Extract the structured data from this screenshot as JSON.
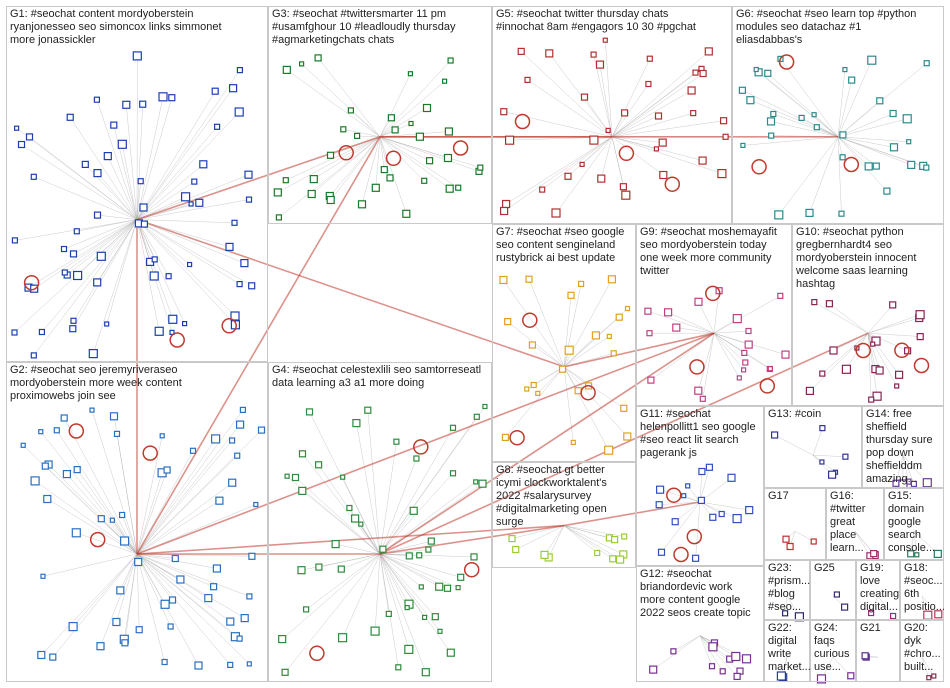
{
  "groups": [
    {
      "id": "G1",
      "label": "G1: #seochat content mordyoberstein\nryanjonesseo seo simoncox links simmonet\nmore jonassickler",
      "node_color": "#1c3fb0"
    },
    {
      "id": "G2",
      "label": "G2: #seochat seo jeremyriveraseo\nmordyoberstein more week content\nproximowebs join see",
      "node_color": "#2a6fc2"
    },
    {
      "id": "G3",
      "label": "G3: #seochat #twittersmarter 11 pm\n#usamfghour 10 #leadloudly thursday\n#agmarketingchats chats",
      "node_color": "#1a7a2a"
    },
    {
      "id": "G4",
      "label": "G4: #seochat celestexlili seo samtorreseatl\ndata learning a3 a1 more doing",
      "node_color": "#2e8b3c"
    },
    {
      "id": "G5",
      "label": "G5: #seochat twitter thursday chats\n#innochat 8am #engagors 10 30 #pgchat",
      "node_color": "#b03030"
    },
    {
      "id": "G6",
      "label": "G6: #seochat #seo learn top #python\nmodules seo datachaz #1\neliasdabbas's",
      "node_color": "#2b8a8a"
    },
    {
      "id": "G7",
      "label": "G7: #seochat #seo google\nseo content sengineland\nrustybrick ai best update",
      "node_color": "#e0a020"
    },
    {
      "id": "G8",
      "label": "G8: #seochat gt better\nicymi clockworktalent's\n2022 #salarysurvey\n#digitalmarketing open\nsurge",
      "node_color": "#9acd32"
    },
    {
      "id": "G9",
      "label": "G9: #seochat moshemayafit\nseo mordyoberstein today\none week more community\ntwitter",
      "node_color": "#c04080"
    },
    {
      "id": "G10",
      "label": "G10: #seochat python\ngregbernhardt4 seo\nmordyoberstein innocent\nwelcome saas learning\nhashtag",
      "node_color": "#8b2252"
    },
    {
      "id": "G11",
      "label": "G11: #seochat\nhelenpollitt1 seo google\n#seo react lit search\npagerank js",
      "node_color": "#3050c0"
    },
    {
      "id": "G12",
      "label": "G12: #seochat\nbriandordevic work\nmore content google\n2022 seos create topic",
      "node_color": "#7a3090"
    },
    {
      "id": "G13",
      "label": "G13: #coin",
      "node_color": "#333399"
    },
    {
      "id": "G14",
      "label": "G14: free\nsheffield\nthursday sure\npop down\nsheffielddm\namazing...",
      "node_color": "#6a3d9a"
    },
    {
      "id": "G15",
      "label": "G15:\ndomain\ngoogle\nsearch\nconsole...",
      "node_color": "#2a7a5a"
    },
    {
      "id": "G16",
      "label": "G16:\n#twitter\ngreat\nplace\nlearn...",
      "node_color": "#a02a6a"
    },
    {
      "id": "G17",
      "label": "G17",
      "node_color": "#c03030"
    },
    {
      "id": "G18",
      "label": "G18:\n#seoc...\n6th\npositio...",
      "node_color": "#b03a5a"
    },
    {
      "id": "G19",
      "label": "G19:\nlove\ncreating\ndigital...",
      "node_color": "#9a2a7a"
    },
    {
      "id": "G20",
      "label": "G20:\ndyk\n#chro...\nbuilt...",
      "node_color": "#8a2a4a"
    },
    {
      "id": "G21",
      "label": "G21",
      "node_color": "#5a2a8a"
    },
    {
      "id": "G22",
      "label": "G22:\ndigital\nwrite\nmarket...",
      "node_color": "#2a3a9a"
    },
    {
      "id": "G23",
      "label": "G23:\n#prism...\n#blog\n#seo...",
      "node_color": "#2a2a6a"
    },
    {
      "id": "G24",
      "label": "G24:\nfaqs\ncurious\nuse...",
      "node_color": "#7a2a9a"
    },
    {
      "id": "G25",
      "label": "G25",
      "node_color": "#3a2a7a"
    }
  ],
  "colors": {
    "edge": "#a8a8a8",
    "heavy_edge": "#c0392b",
    "box_border": "#c9c9c9"
  }
}
